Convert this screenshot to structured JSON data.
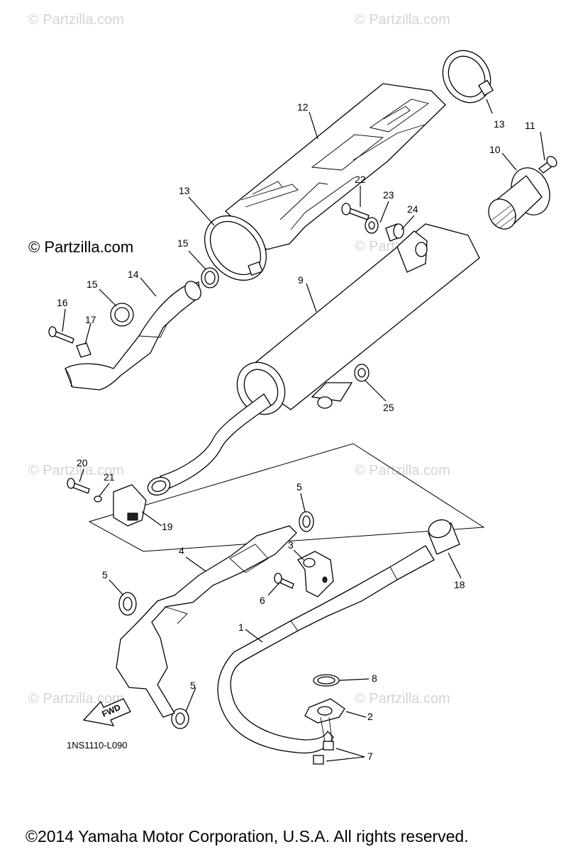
{
  "watermarks": [
    "© Partzilla.com",
    "© Partzilla.com",
    "© Partzilla.com",
    "© Partzilla.com",
    "© Partzilla.com",
    "© Partzilla.com",
    "© Partzilla.com"
  ],
  "brand_watermark": "© Partzilla.com",
  "callouts": {
    "c1": "1",
    "c2": "2",
    "c3": "3",
    "c4": "4",
    "c5a": "5",
    "c5b": "5",
    "c5c": "5",
    "c6": "6",
    "c7": "7",
    "c8": "8",
    "c9": "9",
    "c10": "10",
    "c11": "11",
    "c12": "12",
    "c13a": "13",
    "c13b": "13",
    "c14": "14",
    "c15a": "15",
    "c15b": "15",
    "c16": "16",
    "c17": "17",
    "c18": "18",
    "c19": "19",
    "c20": "20",
    "c21": "21",
    "c22": "22",
    "c23": "23",
    "c24": "24",
    "c25": "25"
  },
  "fwd_label": "FWD",
  "diagram_code": "1NS1110-L090",
  "footer": "©2014  Yamaha Motor Corporation, U.S.A. All rights reserved."
}
